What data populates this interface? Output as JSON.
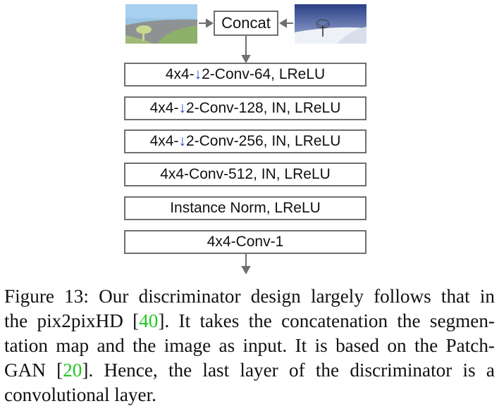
{
  "diagram": {
    "concat_label": "Concat",
    "input_left_image": "segmentation-map-image",
    "input_right_image": "photo-image",
    "layers": [
      {
        "pre": "4x4-",
        "arrow": "↓",
        "post": "2-Conv-64, LReLU"
      },
      {
        "pre": "4x4-",
        "arrow": "↓",
        "post": "2-Conv-128, IN, LReLU"
      },
      {
        "pre": "4x4-",
        "arrow": "↓",
        "post": "2-Conv-256, IN, LReLU"
      },
      {
        "pre": "4x4-Conv-512, IN, LReLU",
        "arrow": "",
        "post": ""
      },
      {
        "pre": "Instance Norm, LReLU",
        "arrow": "",
        "post": ""
      },
      {
        "pre": "4x4-Conv-1",
        "arrow": "",
        "post": ""
      }
    ],
    "colors": {
      "border": "#6f6f6f",
      "arrow": "#6f6f6f",
      "downsample_arrow": "#1a3fd0"
    }
  },
  "caption": {
    "line1": "Figure 13: Our discriminator design largely follows that in",
    "line2_a": "the pix2pixHD [",
    "line2_cite": "40",
    "line2_b": "]. It takes the concatenation the segmen-",
    "line3": "tation map and the image as input. It is based on the Patch-",
    "line4_a": "GAN [",
    "line4_cite": "20",
    "line4_b": "]. Hence, the last layer of the discriminator is a",
    "line5": "convolutional layer.",
    "cite_color": "#22c722"
  }
}
